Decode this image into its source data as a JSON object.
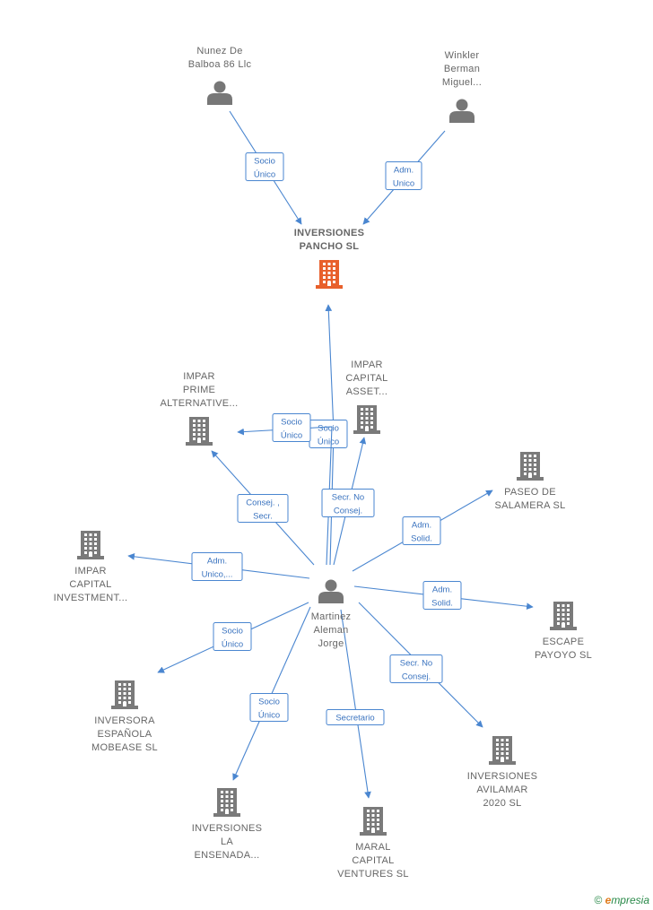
{
  "colors": {
    "edge": "#4a86d0",
    "company": "#7a7a7a",
    "main_company": "#e8602c",
    "person": "#777777"
  },
  "nodes": [
    {
      "id": "inv_pancho",
      "type": "company",
      "main": true,
      "lines": [
        "INVERSIONES",
        "PANCHO  SL"
      ]
    },
    {
      "id": "nunez",
      "type": "person",
      "lines": [
        "Nunez De",
        "Balboa 86 Llc"
      ]
    },
    {
      "id": "winkler",
      "type": "person",
      "lines": [
        "Winkler",
        "Berman",
        "Miguel..."
      ]
    },
    {
      "id": "martinez",
      "type": "person",
      "lines": [
        "Martinez",
        "Aleman",
        "Jorge"
      ]
    },
    {
      "id": "impar_prime",
      "type": "company",
      "lines": [
        "IMPAR",
        "PRIME",
        "ALTERNATIVE..."
      ]
    },
    {
      "id": "impar_asset",
      "type": "company",
      "lines": [
        "IMPAR",
        "CAPITAL",
        "ASSET..."
      ]
    },
    {
      "id": "paseo",
      "type": "company",
      "lines": [
        "PASEO DE",
        "SALAMERA  SL"
      ]
    },
    {
      "id": "impar_invest",
      "type": "company",
      "lines": [
        "IMPAR",
        "CAPITAL",
        "INVESTMENT..."
      ]
    },
    {
      "id": "escape",
      "type": "company",
      "lines": [
        "ESCAPE",
        "PAYOYO  SL"
      ]
    },
    {
      "id": "inversora",
      "type": "company",
      "lines": [
        "INVERSORA",
        "ESPAÑOLA",
        "MOBEASE  SL"
      ]
    },
    {
      "id": "avilamar",
      "type": "company",
      "lines": [
        "INVERSIONES",
        "AVILAMAR",
        "2020  SL"
      ]
    },
    {
      "id": "ensenada",
      "type": "company",
      "lines": [
        "INVERSIONES",
        "LA",
        "ENSENADA..."
      ]
    },
    {
      "id": "maral",
      "type": "company",
      "lines": [
        "MARAL",
        "CAPITAL",
        "VENTURES  SL"
      ]
    }
  ],
  "edges": [
    {
      "from": "nunez",
      "to": "inv_pancho",
      "label": [
        "Socio",
        "Único"
      ]
    },
    {
      "from": "winkler",
      "to": "inv_pancho",
      "label": [
        "Adm.",
        "Unico"
      ]
    },
    {
      "from": "martinez",
      "to": "inv_pancho",
      "label": [
        "Socio",
        "Único"
      ]
    },
    {
      "from": "martinez",
      "to": "impar_prime",
      "label": [
        "Socio",
        "Único"
      ]
    },
    {
      "from": "martinez",
      "to": "impar_prime",
      "label": [
        "Consej. ,",
        "Secr."
      ]
    },
    {
      "from": "martinez",
      "to": "impar_asset",
      "label": [
        "Secr.  No",
        "Consej."
      ]
    },
    {
      "from": "martinez",
      "to": "paseo",
      "label": [
        "Adm.",
        "Solid."
      ]
    },
    {
      "from": "martinez",
      "to": "impar_invest",
      "label": [
        "Adm.",
        "Unico,..."
      ]
    },
    {
      "from": "martinez",
      "to": "escape",
      "label": [
        "Adm.",
        "Solid."
      ]
    },
    {
      "from": "martinez",
      "to": "inversora",
      "label": [
        "Socio",
        "Único"
      ]
    },
    {
      "from": "martinez",
      "to": "avilamar",
      "label": [
        "Secr.  No",
        "Consej."
      ]
    },
    {
      "from": "martinez",
      "to": "ensenada",
      "label": [
        "Socio",
        "Único"
      ]
    },
    {
      "from": "martinez",
      "to": "maral",
      "label": [
        "Secretario"
      ]
    }
  ],
  "footer": {
    "copyright": "©",
    "brand_initial": "e",
    "brand_rest": "mpresia"
  }
}
